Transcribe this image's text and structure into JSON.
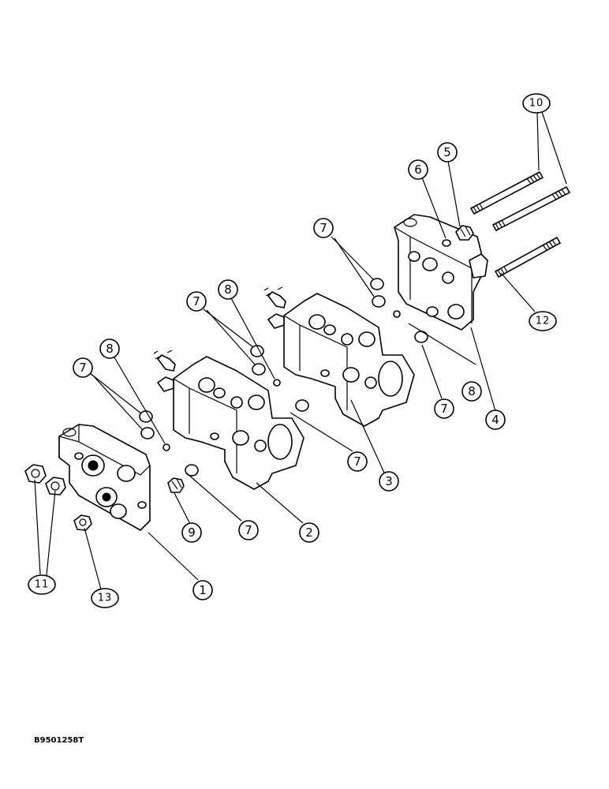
{
  "diagram": {
    "drawing_id": "B9501258T",
    "callouts": {
      "c1": "1",
      "c2": "2",
      "c3": "3",
      "c4": "4",
      "c5": "5",
      "c6": "6",
      "c7a": "7",
      "c7b": "7",
      "c7c": "7",
      "c7d": "7",
      "c7e": "7",
      "c7f": "7",
      "c8a": "8",
      "c8b": "8",
      "c8c": "8",
      "c9": "9",
      "c10": "10",
      "c11": "11",
      "c12": "12",
      "c13": "13"
    }
  }
}
